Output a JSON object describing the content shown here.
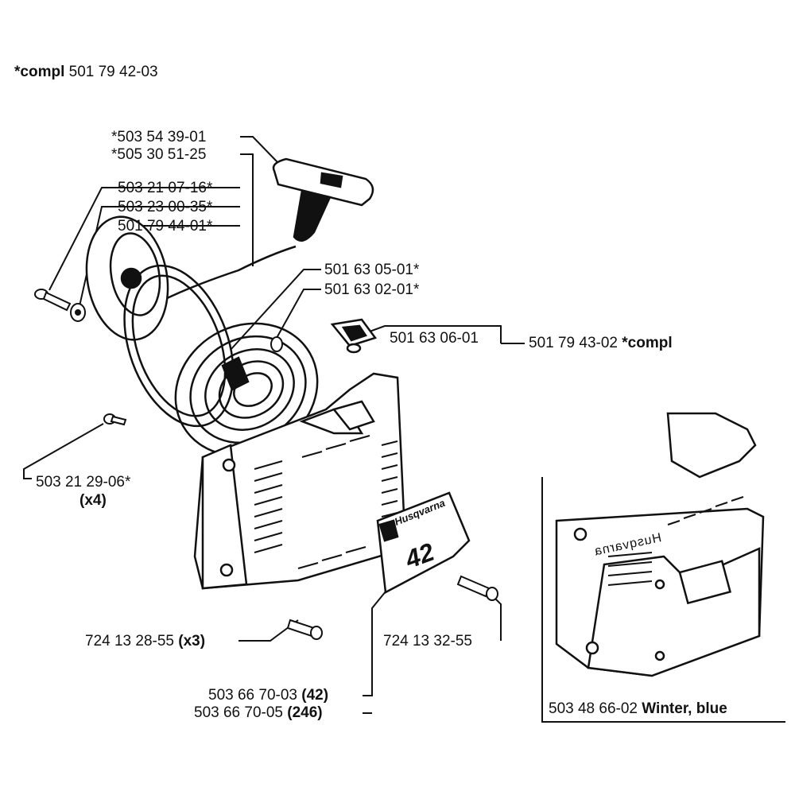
{
  "header": {
    "compl_prefix": "*compl",
    "compl_number": "501 79 42-03"
  },
  "labels": {
    "handle_1": "*503 54 39-01",
    "rope": "*505 30 51-25",
    "screw_1": "503 21 07-16*",
    "washer": "503 23 00-35*",
    "pulley": "501 79 44-01*",
    "spring_1": "501 63 05-01*",
    "spring_2": "501 63 02-01*",
    "handle_insert": "501 63 06-01",
    "cover_compl_number": "501 79 43-02",
    "cover_compl_suffix": "*compl",
    "screw_2": "503 21 29-06*",
    "screw_2_qty": "(x4)",
    "screw_3": "724 13 28-55",
    "screw_3_qty": "(x3)",
    "screw_4": "724 13 32-55",
    "decal_1": "503 66 70-03",
    "decal_1_model": "(42)",
    "decal_2": "503 66 70-05",
    "decal_2_model": "(246)",
    "winter_number": "503 48 66-02",
    "winter_text": "Winter, blue"
  },
  "decal": {
    "brand": "Husqvarna",
    "model": "42"
  },
  "inset_cover": {
    "brand": "Husqvarna"
  }
}
